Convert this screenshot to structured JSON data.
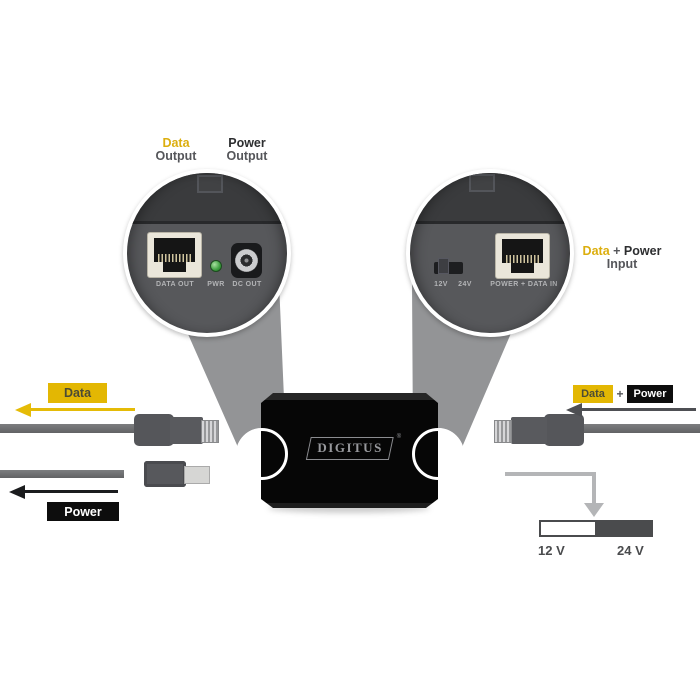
{
  "colors": {
    "accent_yellow": "#e3b703",
    "badge_black": "#0d0d0d",
    "text_dark": "#2d2e30",
    "text_gray": "#55565a",
    "funnel_gray": "#939496",
    "cable_gray": "#6e6f71",
    "device_black": "#060606",
    "circle_face_gray": "#57585b",
    "circle_dome_gray": "#3a3b3d",
    "led_green": "#3c9e3e",
    "bar_dark": "#4a4b4d",
    "elbow_gray": "#b4b5b7",
    "rj45_bezel_cream": "#eae6da"
  },
  "callout_left": {
    "data_label": "Data",
    "data_sublabel": "Output",
    "power_label": "Power",
    "power_sublabel": "Output",
    "rj45_port_label": "DATA OUT",
    "led_label": "PWR",
    "dc_port_label": "DC OUT"
  },
  "callout_right": {
    "data_label": "Data",
    "plus": "+",
    "power_label": "Power",
    "input_sublabel": "Input",
    "switch_low_label": "12V",
    "switch_high_label": "24V",
    "rj45_port_label": "POWER + DATA IN"
  },
  "device": {
    "brand": "DIGITUS",
    "registered_mark": "®"
  },
  "flows": {
    "left_data_badge": "Data",
    "left_power_badge": "Power",
    "right_data_badge": "Data",
    "right_plus": "+",
    "right_power_badge": "Power"
  },
  "voltage_selector": {
    "low_label": "12 V",
    "high_label": "24 V"
  }
}
